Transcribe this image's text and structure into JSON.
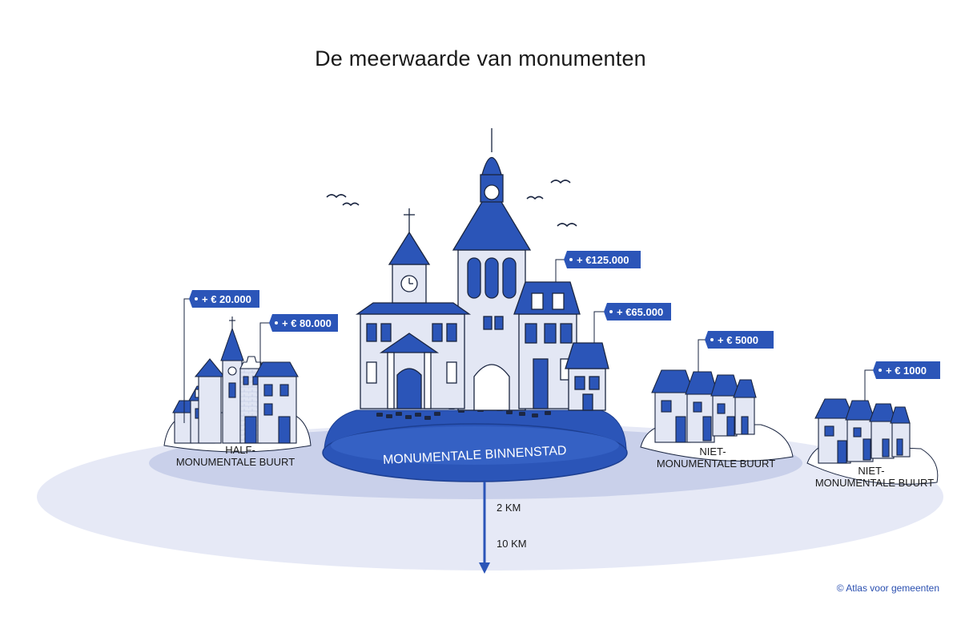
{
  "title": "De meerwaarde van monumenten",
  "credit": "© Atlas voor gemeenten",
  "colors": {
    "accent": "#2b55b8",
    "dark": "#1d3f91",
    "outer_ring": "#e6e9f6",
    "inner_ring": "#c9d0ea",
    "center_disc": "#2b55b8"
  },
  "areas": {
    "center": {
      "label": "MONUMENTALE BINNENSTAD"
    },
    "half": {
      "label_line1": "HALF-",
      "label_line2": "MONUMENTALE BUURT"
    },
    "niet_mid": {
      "label_line1": "NIET-",
      "label_line2": "MONUMENTALE BUURT"
    },
    "niet_far": {
      "label_line1": "NIET-",
      "label_line2": "MONUMENTALE BUURT"
    }
  },
  "price_tags": [
    {
      "id": "tag-20000",
      "text": "+ € 20.000"
    },
    {
      "id": "tag-80000",
      "text": "+ € 80.000"
    },
    {
      "id": "tag-125000",
      "text": "+ €125.000"
    },
    {
      "id": "tag-65000",
      "text": "+ €65.000"
    },
    {
      "id": "tag-5000",
      "text": "+ € 5000"
    },
    {
      "id": "tag-1000",
      "text": "+ € 1000"
    }
  ],
  "distances": {
    "inner": "2 KM",
    "outer": "10 KM"
  }
}
